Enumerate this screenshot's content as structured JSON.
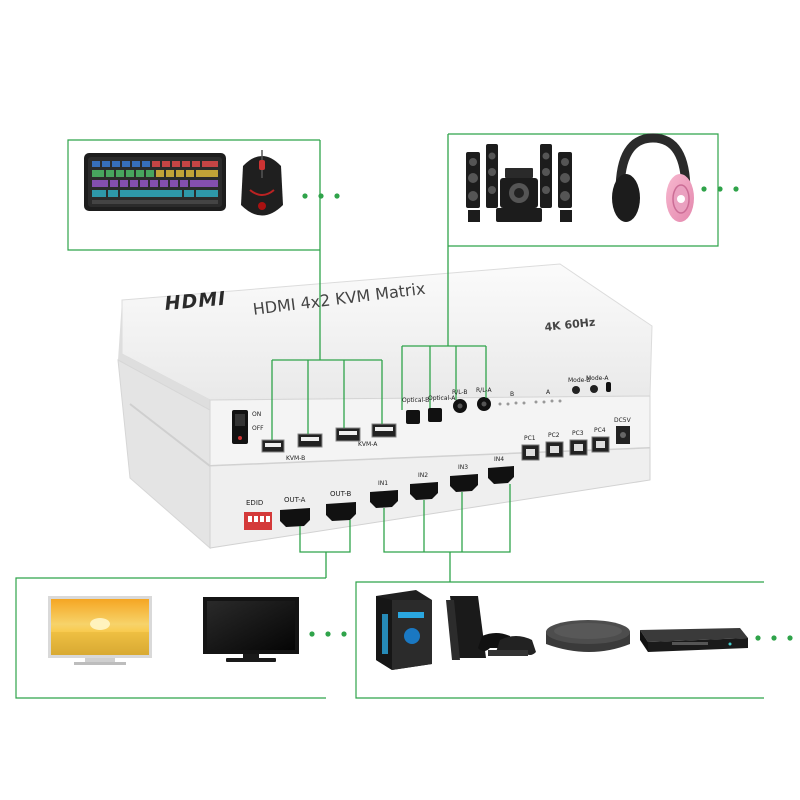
{
  "device": {
    "brand": "HDMI",
    "model_title": "HDMI 4x2 KVM Matrix",
    "resolution": "4K 60Hz",
    "power_on": "ON",
    "power_off": "OFF",
    "kvm_b": "KVM-B",
    "kvm_a": "KVM-A",
    "optical_b": "Optical-B",
    "optical_a": "Optical-A",
    "rl_b": "R/L-B",
    "rl_a": "R/L-A",
    "group_b": "B",
    "group_a": "A",
    "mode_1": "Mode-B",
    "mode_2": "Mode-A",
    "pc_ports": [
      "PC1",
      "PC2",
      "PC3",
      "PC4"
    ],
    "dc": "DC5V",
    "edid": "EDID",
    "out_a": "OUT-A",
    "out_b": "OUT-B",
    "inputs": [
      "IN1",
      "IN2",
      "IN3",
      "IN4"
    ]
  },
  "colors": {
    "connector_line": "#2fa34a",
    "dots": "#2fa34a",
    "device_body": "#eeeeee",
    "panel": "#f6f6f6"
  },
  "peripherals": {
    "input_devices": [
      "keyboard-icon",
      "mouse-icon"
    ],
    "audio_devices": [
      "speaker-system-icon",
      "headphones-icon"
    ],
    "displays": [
      "tv-icon",
      "monitor-icon"
    ],
    "sources": [
      "pc-tower-icon",
      "game-console-icon",
      "media-box-icon",
      "dvd-player-icon"
    ]
  }
}
